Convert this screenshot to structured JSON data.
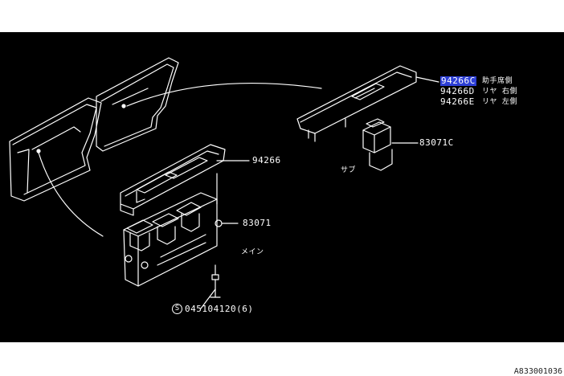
{
  "colors": {
    "background": "#000000",
    "line": "#ffffff",
    "highlight": "#2d3fd6",
    "frame": "#ffffff"
  },
  "labels": {
    "part_94266C": "94266C",
    "part_94266C_note": "助手席側",
    "part_94266D": "94266D",
    "part_94266D_note": "リヤ 右側",
    "part_94266E": "94266E",
    "part_94266E_note": "リヤ 左側",
    "part_83071C": "83071C",
    "sub_label": "サブ",
    "part_94266": "94266",
    "part_83071": "83071",
    "main_label": "メイン",
    "bolt_symbol": "S",
    "bolt_part": "045104120(6)"
  },
  "corner_code": "A833001036"
}
